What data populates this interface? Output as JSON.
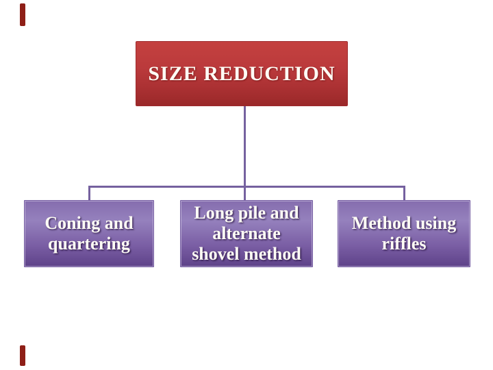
{
  "slide": {
    "background_color": "#ffffff",
    "decor_bar_color": "#8e1f17"
  },
  "diagram": {
    "type": "hierarchy",
    "root": {
      "label": "SIZE REDUCTION",
      "bg_top_color": "#c4413f",
      "bg_bottom_color": "#9a2829",
      "text_color": "#fffdf5"
    },
    "connector_color": "#75619f",
    "children": [
      {
        "label": "Coning and quartering",
        "lines": [
          "Coning and",
          "quartering"
        ]
      },
      {
        "label": "Long pile and alternate shovel method",
        "lines": [
          "Long pile and",
          "alternate",
          "shovel method"
        ]
      },
      {
        "label": "Method using riffles",
        "lines": [
          "Method using",
          "riffles"
        ]
      }
    ],
    "child_bg_top_color": "#856dae",
    "child_bg_bottom_color": "#5e4289",
    "child_text_color": "#fffdf5"
  }
}
